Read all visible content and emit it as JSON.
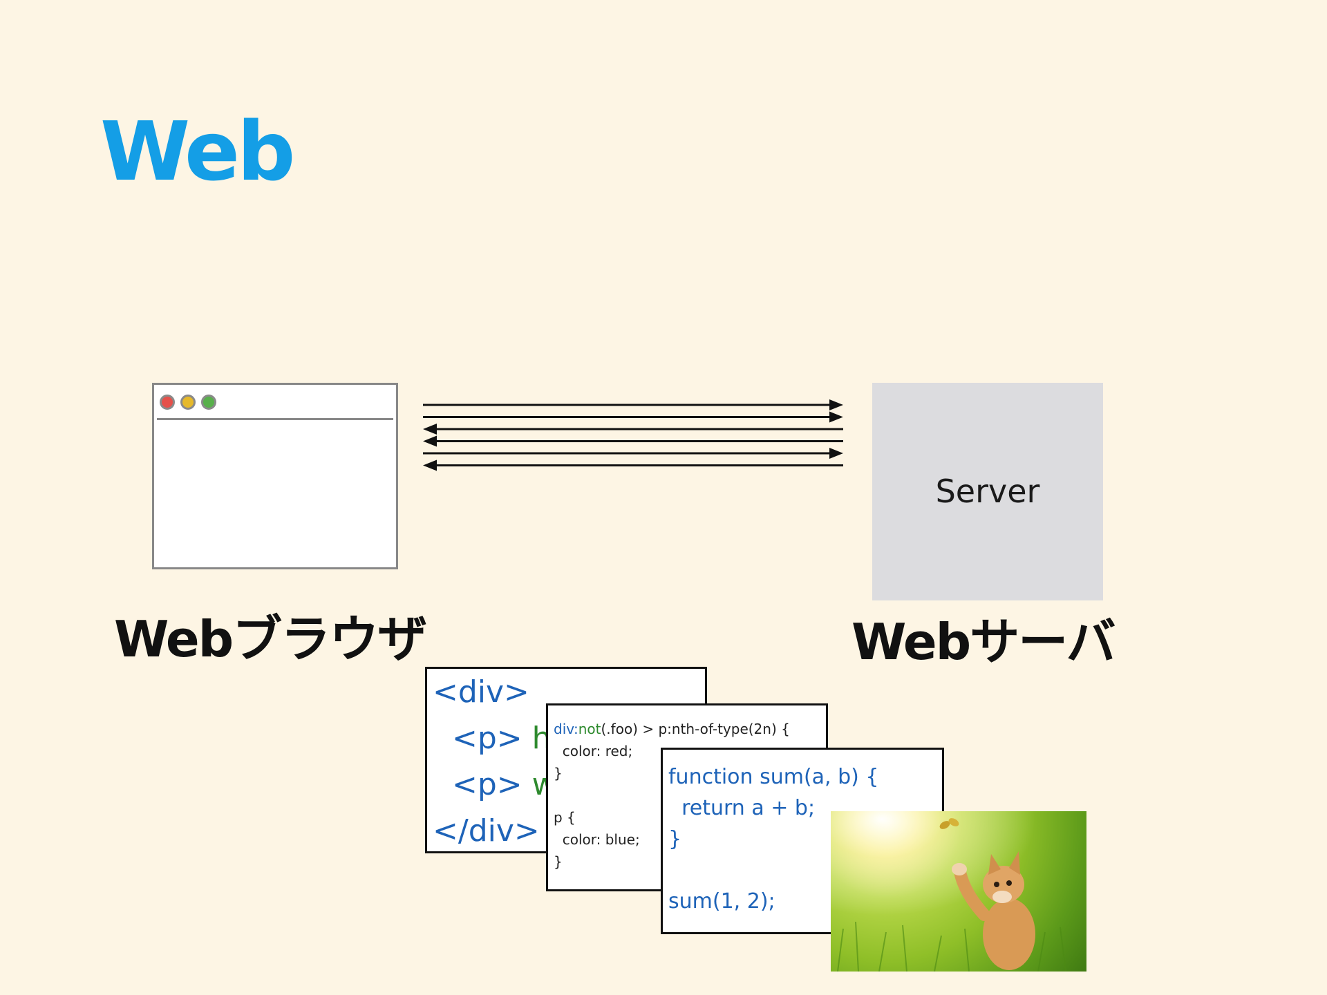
{
  "title": "Web",
  "browser": {
    "label": "Webブラウザ",
    "dots": [
      "#e5514b",
      "#e6b92a",
      "#58b04b"
    ]
  },
  "server": {
    "box_label": "Server",
    "label": "Webサーバ"
  },
  "arrows": [
    "right",
    "right",
    "left",
    "left",
    "right",
    "left"
  ],
  "html_card": {
    "lines": [
      {
        "parts": [
          {
            "t": "<div>",
            "c": "blue"
          }
        ]
      },
      {
        "parts": [
          {
            "t": "  <p> ",
            "c": "blue"
          },
          {
            "t": "he",
            "c": "green"
          }
        ]
      },
      {
        "parts": [
          {
            "t": "  <p> ",
            "c": "blue"
          },
          {
            "t": "w",
            "c": "green"
          }
        ]
      },
      {
        "parts": [
          {
            "t": "</div>",
            "c": "blue"
          }
        ]
      }
    ]
  },
  "css_card": {
    "lines": [
      {
        "parts": [
          {
            "t": "div:",
            "c": "blue"
          },
          {
            "t": "not",
            "c": "green"
          },
          {
            "t": "(.foo) > p:nth-of-type(2n) {",
            "c": "black"
          }
        ]
      },
      {
        "parts": [
          {
            "t": "  color: red;",
            "c": "black"
          }
        ]
      },
      {
        "parts": [
          {
            "t": "}",
            "c": "black"
          }
        ]
      },
      {
        "parts": [
          {
            "t": "",
            "c": "black"
          }
        ]
      },
      {
        "parts": [
          {
            "t": "p {",
            "c": "black"
          }
        ]
      },
      {
        "parts": [
          {
            "t": "  color: blue;",
            "c": "black"
          }
        ]
      },
      {
        "parts": [
          {
            "t": "}",
            "c": "black"
          }
        ]
      }
    ]
  },
  "js_card": {
    "lines": [
      {
        "parts": [
          {
            "t": "function sum(a, b) {",
            "c": "blue"
          }
        ]
      },
      {
        "parts": [
          {
            "t": "  return a + b;",
            "c": "blue"
          }
        ]
      },
      {
        "parts": [
          {
            "t": "}",
            "c": "blue"
          }
        ]
      },
      {
        "parts": [
          {
            "t": "",
            "c": "blue"
          }
        ]
      },
      {
        "parts": [
          {
            "t": "sum(1, 2);",
            "c": "blue"
          }
        ]
      }
    ]
  },
  "image": {
    "subject": "kitten-photo"
  }
}
